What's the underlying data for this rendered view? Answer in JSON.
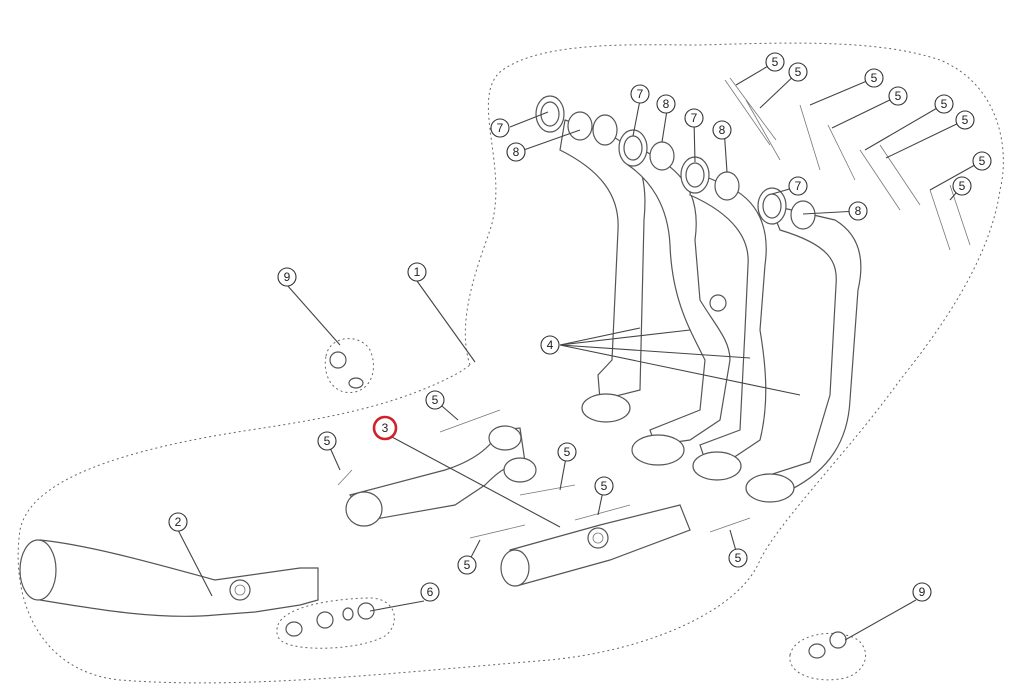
{
  "diagram": {
    "callouts": [
      "1",
      "2",
      "3",
      "4",
      "5",
      "6",
      "7",
      "8",
      "9"
    ],
    "highlighted_callout": "3",
    "highlight_color": "#d0202a",
    "line_color": "#444444"
  }
}
